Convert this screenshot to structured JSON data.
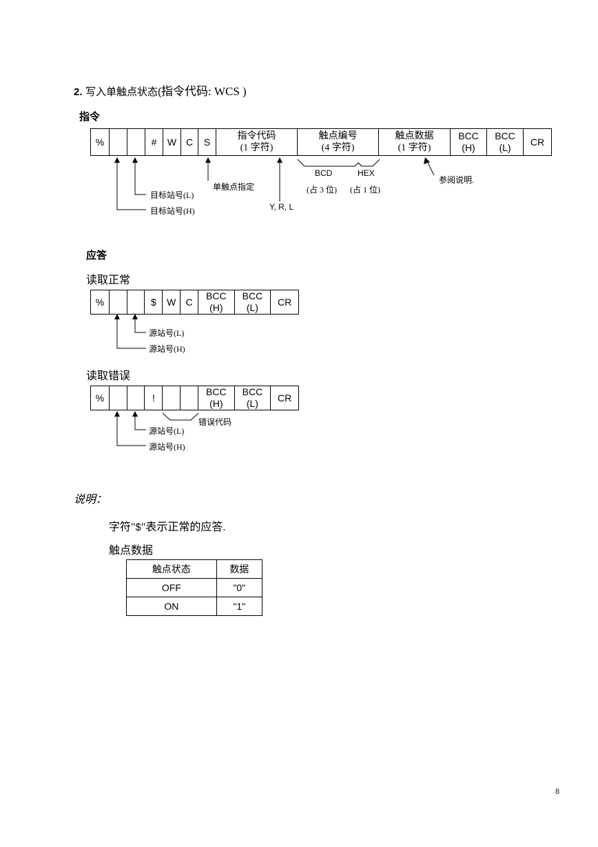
{
  "heading": {
    "number": "2.",
    "title_a": "写入单触点状态(",
    "title_b": "指令代码: WCS )"
  },
  "command": {
    "label": "指令",
    "cells": [
      "%",
      "",
      "",
      "#",
      "W",
      "C",
      "S",
      "指令代码\n(1 字符)",
      "触点编号\n(4 字符)",
      "触点数据\n(1 字符)",
      "BCC\n(H)",
      "BCC\n(L)",
      "CR"
    ],
    "annotations": {
      "station_l": "目标站号(L)",
      "station_h": "目标站号(H)",
      "single_contact": "单触点指定",
      "code_values": "Y, R, L",
      "bcd": "BCD",
      "hex": "HEX",
      "bcd_digits": "(占 3 位)",
      "hex_digits": "(占 1 位)",
      "see_note": "参阅说明."
    }
  },
  "response": {
    "label": "应答",
    "normal": {
      "label": "读取正常",
      "cells": [
        "%",
        "",
        "",
        "$",
        "W",
        "C",
        "BCC\n(H)",
        "BCC\n(L)",
        "CR"
      ],
      "station_l": "源站号(L)",
      "station_h": "源站号(H)"
    },
    "error": {
      "label": "读取错误",
      "cells": [
        "%",
        "",
        "",
        "!",
        "",
        "",
        "BCC\n(H)",
        "BCC\n(L)",
        "CR"
      ],
      "error_code": "错误代码",
      "station_l": "源站号(L)",
      "station_h": "源站号(H)"
    }
  },
  "notes": {
    "label": "说明：",
    "line1_a": "字符\"",
    "line1_b": "$",
    "line1_c": "\"表示正常的应答.",
    "contact_data_label": "触点数据",
    "table": {
      "headers": [
        "触点状态",
        "数据"
      ],
      "rows": [
        [
          "OFF",
          "\"0\""
        ],
        [
          "ON",
          "\"1\""
        ]
      ]
    }
  },
  "page_number": "8"
}
